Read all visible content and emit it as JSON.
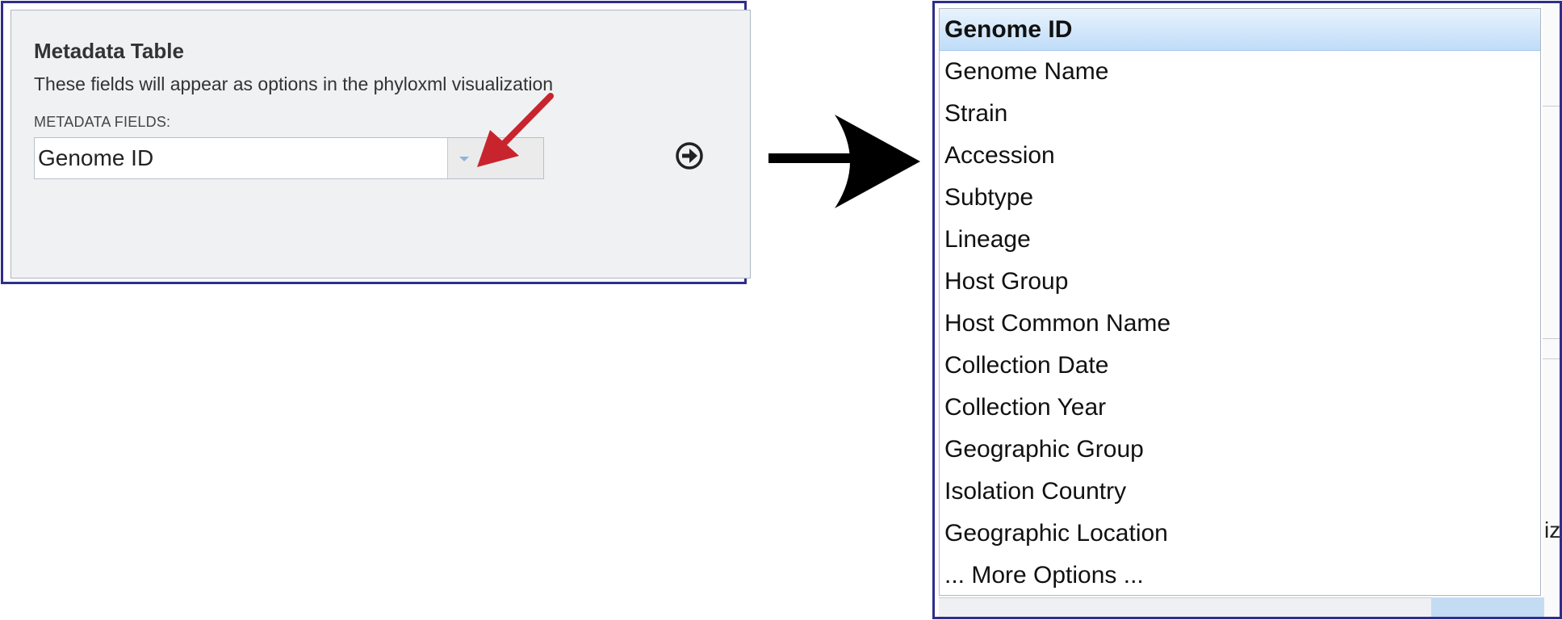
{
  "left_panel": {
    "title": "Metadata Table",
    "description": "These fields will appear as options in the phyloxml visualization",
    "fields_label": "METADATA FIELDS:",
    "combo_value": "Genome ID"
  },
  "dropdown": {
    "selected": "Genome ID",
    "options": [
      "Genome ID",
      "Genome Name",
      "Strain",
      "Accession",
      "Subtype",
      "Lineage",
      "Host Group",
      "Host Common Name",
      "Collection Date",
      "Collection Year",
      "Geographic Group",
      "Isolation Country",
      "Geographic Location",
      "... More Options ..."
    ],
    "edge_text": "iz"
  },
  "icons": {
    "trigger": "chevron-down-icon",
    "go": "arrow-right-circle-icon",
    "annotation": "red-arrow-icon",
    "transition": "right-arrow-icon"
  },
  "colors": {
    "frame_border": "#2e2e8a",
    "panel_bg": "#f0f1f2",
    "selected_bg": "#bfdcf8",
    "annotation_arrow": "#c8242e"
  }
}
